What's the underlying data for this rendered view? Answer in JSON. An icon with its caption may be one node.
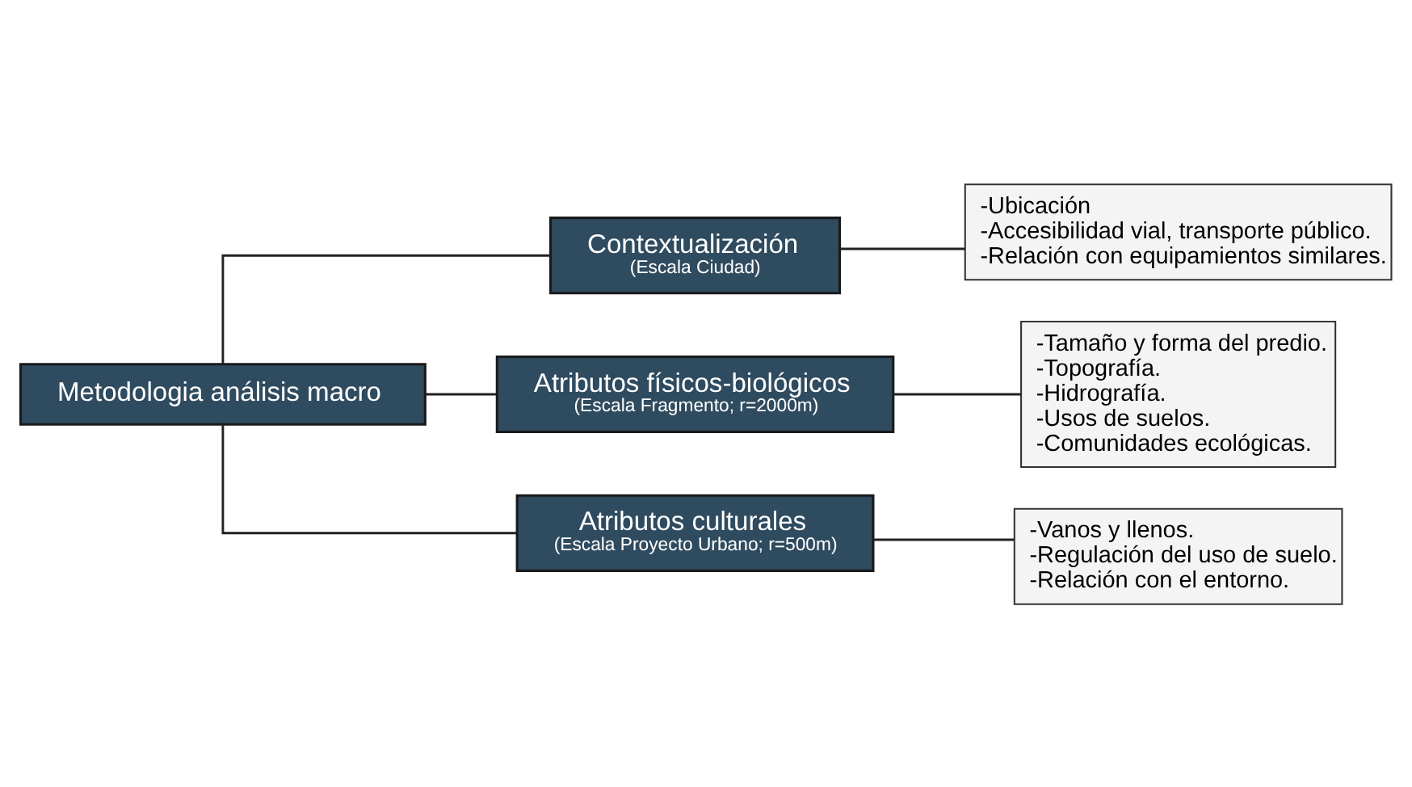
{
  "diagram": {
    "nodes": [
      {
        "text": [
          "Metodologia análisis macro"
        ]
      },
      {
        "text": [
          "Contextualización",
          "(Escala Ciudad)"
        ]
      },
      {
        "text": [
          "-Ubicación",
          "-Accesibilidad vial, transporte público.",
          "-Relación con equipamientos similares."
        ]
      },
      {
        "text": [
          "Atributos físicos-biológicos",
          "(Escala Fragmento; r=2000m)"
        ]
      },
      {
        "text": [
          "-Tamaño y forma del predio.",
          "-Topografía.",
          "-Hidrografía.",
          "-Usos de suelos.",
          "-Comunidades ecológicas."
        ]
      },
      {
        "text": [
          "Atributos culturales",
          "(Escala Proyecto Urbano; r=500m)"
        ]
      },
      {
        "text": [
          "-Vanos y llenos.",
          "-Regulación del uso de suelo.",
          "-Relación con el entorno."
        ]
      }
    ],
    "edges": [
      {
        "from": 0,
        "to": 1,
        "arrow": "none"
      },
      {
        "from": 0,
        "to": 3,
        "arrow": "none"
      },
      {
        "from": 0,
        "to": 5,
        "arrow": "none"
      },
      {
        "from": 1,
        "to": 2,
        "arrow": "none"
      },
      {
        "from": 3,
        "to": 4,
        "arrow": "none"
      },
      {
        "from": 5,
        "to": 6,
        "arrow": "none"
      }
    ]
  }
}
